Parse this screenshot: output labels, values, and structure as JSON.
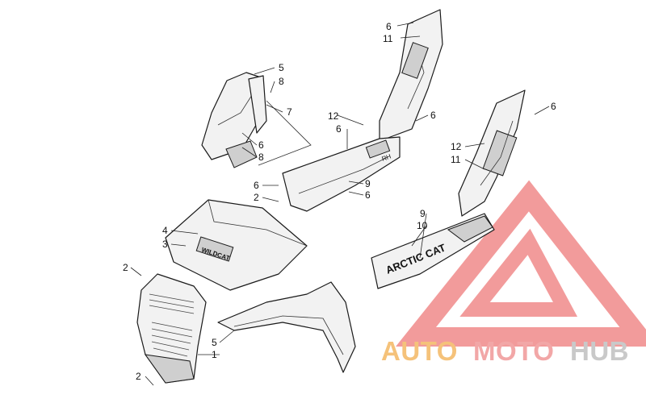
{
  "callouts": {
    "c6a": "6",
    "c11a": "11",
    "c5a": "5",
    "c8a": "8",
    "c7": "7",
    "c12a": "12",
    "c6b": "6",
    "c6c": "6",
    "c6d": "6",
    "c8b": "8",
    "c6e": "6",
    "c2a": "2",
    "c9a": "9",
    "c6f": "6",
    "c6g": "6",
    "c12b": "12",
    "c11b": "11",
    "c9b": "9",
    "c10": "10",
    "c4": "4",
    "c3": "3",
    "c2b": "2",
    "c5b": "5",
    "c1": "1",
    "c2c": "2"
  },
  "part_decals": {
    "hood_logo": "WILDCAT",
    "panel_logo": "ARCTIC CAT",
    "panel_tag": "RH"
  },
  "watermark": {
    "word_a": "AUTO",
    "word_b": "MOTO",
    "word_c": "HUB",
    "color_a": "#f5c27a",
    "color_b": "#f2a7a7",
    "color_c": "#c9c9c9",
    "logo_color": "#f08a8a"
  }
}
